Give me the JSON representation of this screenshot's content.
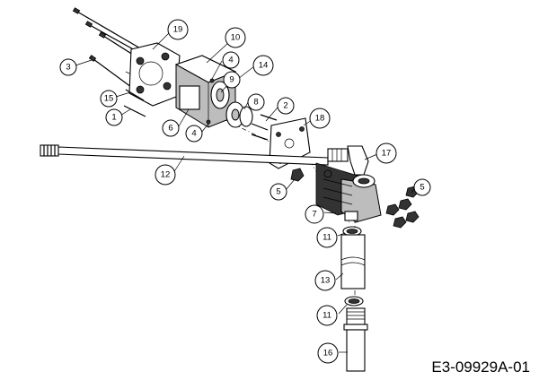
{
  "drawing": {
    "code": "E3-09929A-01",
    "callouts": [
      "19",
      "10",
      "3",
      "4",
      "14",
      "15",
      "9",
      "1",
      "8",
      "6",
      "4",
      "2",
      "18",
      "17",
      "12",
      "5",
      "5",
      "7",
      "11",
      "13",
      "11",
      "16"
    ]
  }
}
